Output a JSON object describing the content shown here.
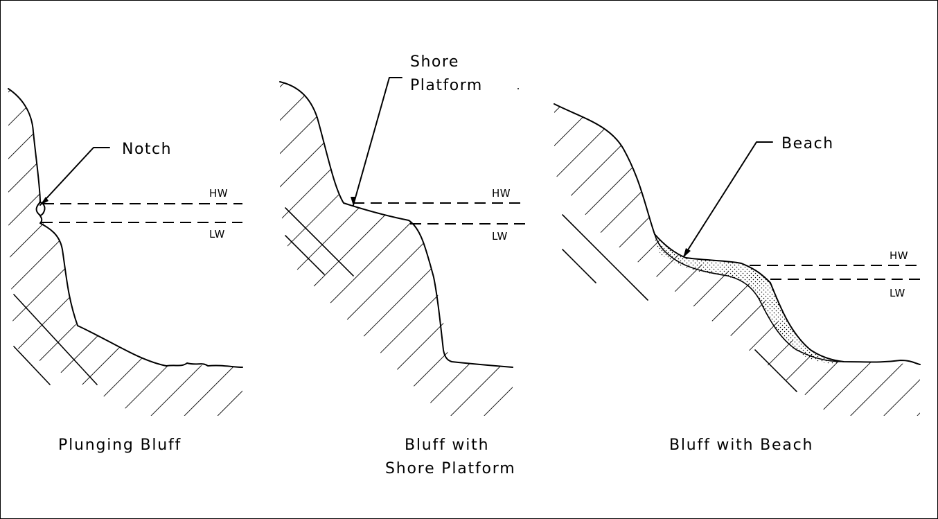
{
  "panels": [
    {
      "caption_lines": [
        "Plunging Bluff"
      ],
      "feature_label": "Notch",
      "high_water": "HW",
      "low_water": "LW"
    },
    {
      "caption_lines": [
        "Bluff with",
        "Shore Platform"
      ],
      "feature_label_lines": [
        "Shore",
        "Platform"
      ],
      "high_water": "HW",
      "low_water": "LW"
    },
    {
      "caption_lines": [
        "Bluff with Beach"
      ],
      "feature_label": "Beach",
      "high_water": "HW",
      "low_water": "LW"
    }
  ]
}
